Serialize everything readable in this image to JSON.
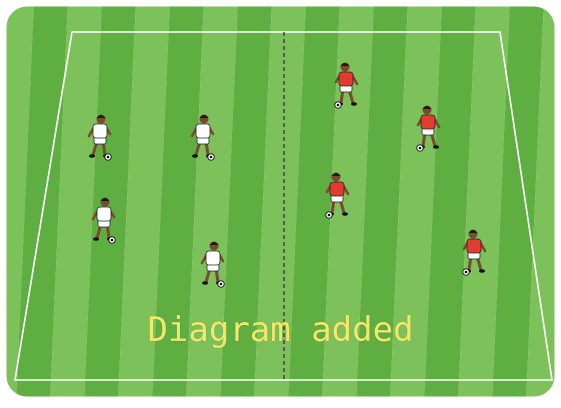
{
  "diagram": {
    "caption": "Diagram added",
    "field_colors": {
      "stripe_light": "#7cc15a",
      "stripe_dark": "#5fae42",
      "line": "#ffffff",
      "halfway_line": "#444444"
    },
    "teams": [
      {
        "name": "white",
        "shirt": "#ffffff",
        "shorts": "#ffffff",
        "skin": "#7a4a2e",
        "player_count": 4
      },
      {
        "name": "red",
        "shirt": "#e23b2f",
        "shorts": "#ffffff",
        "skin": "#7a4a2e",
        "player_count": 4
      }
    ],
    "balls_per_player": 1
  }
}
